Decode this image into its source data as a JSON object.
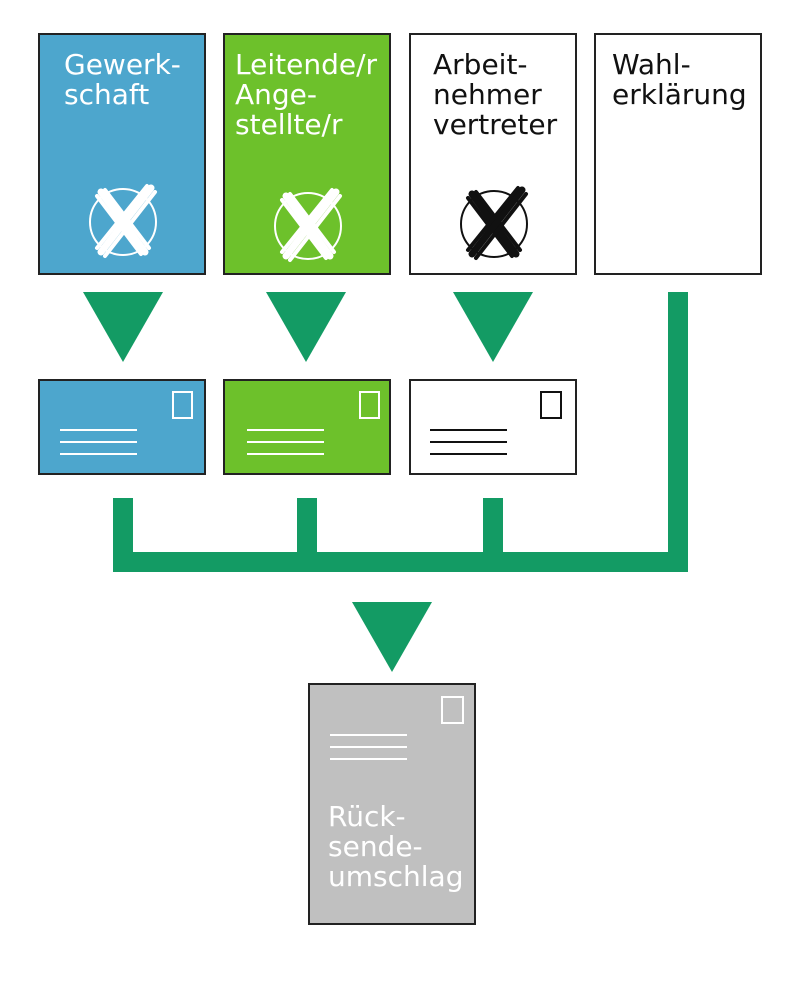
{
  "colors": {
    "blue": "#4da6cd",
    "green": "#6dc12b",
    "white": "#ffffff",
    "gray": "#c0c0c0",
    "arrow_green": "#139b64",
    "outline": "#222222"
  },
  "ballots": [
    {
      "lines": [
        "Gewerk-",
        "schaft"
      ],
      "fill": "#4da6cd",
      "text_color": "#ffffff",
      "mark": "cross-circle-icon",
      "mark_color": "#ffffff"
    },
    {
      "lines": [
        "Leitende/r",
        "Ange-",
        "stellte/r"
      ],
      "fill": "#6dc12b",
      "text_color": "#ffffff",
      "mark": "cross-circle-icon",
      "mark_color": "#ffffff"
    },
    {
      "lines": [
        "Arbeit-",
        "nehmer",
        "vertreter"
      ],
      "fill": "#ffffff",
      "text_color": "#111111",
      "mark": "cross-circle-icon",
      "mark_color": "#111111"
    },
    {
      "lines": [
        "Wahl-",
        "erklärung"
      ],
      "fill": "#ffffff",
      "text_color": "#111111",
      "mark": null,
      "mark_color": null
    }
  ],
  "envelopes": [
    {
      "fill": "#4da6cd",
      "icon": "stamp-icon",
      "line_color": "#ffffff"
    },
    {
      "fill": "#6dc12b",
      "icon": "stamp-icon",
      "line_color": "#ffffff"
    },
    {
      "fill": "#ffffff",
      "icon": "stamp-icon",
      "line_color": "#111111"
    }
  ],
  "return_envelope": {
    "lines": [
      "Rück-",
      "sende-",
      "umschlag"
    ],
    "fill": "#c0c0c0",
    "text_color": "#ffffff",
    "icon": "stamp-icon"
  }
}
